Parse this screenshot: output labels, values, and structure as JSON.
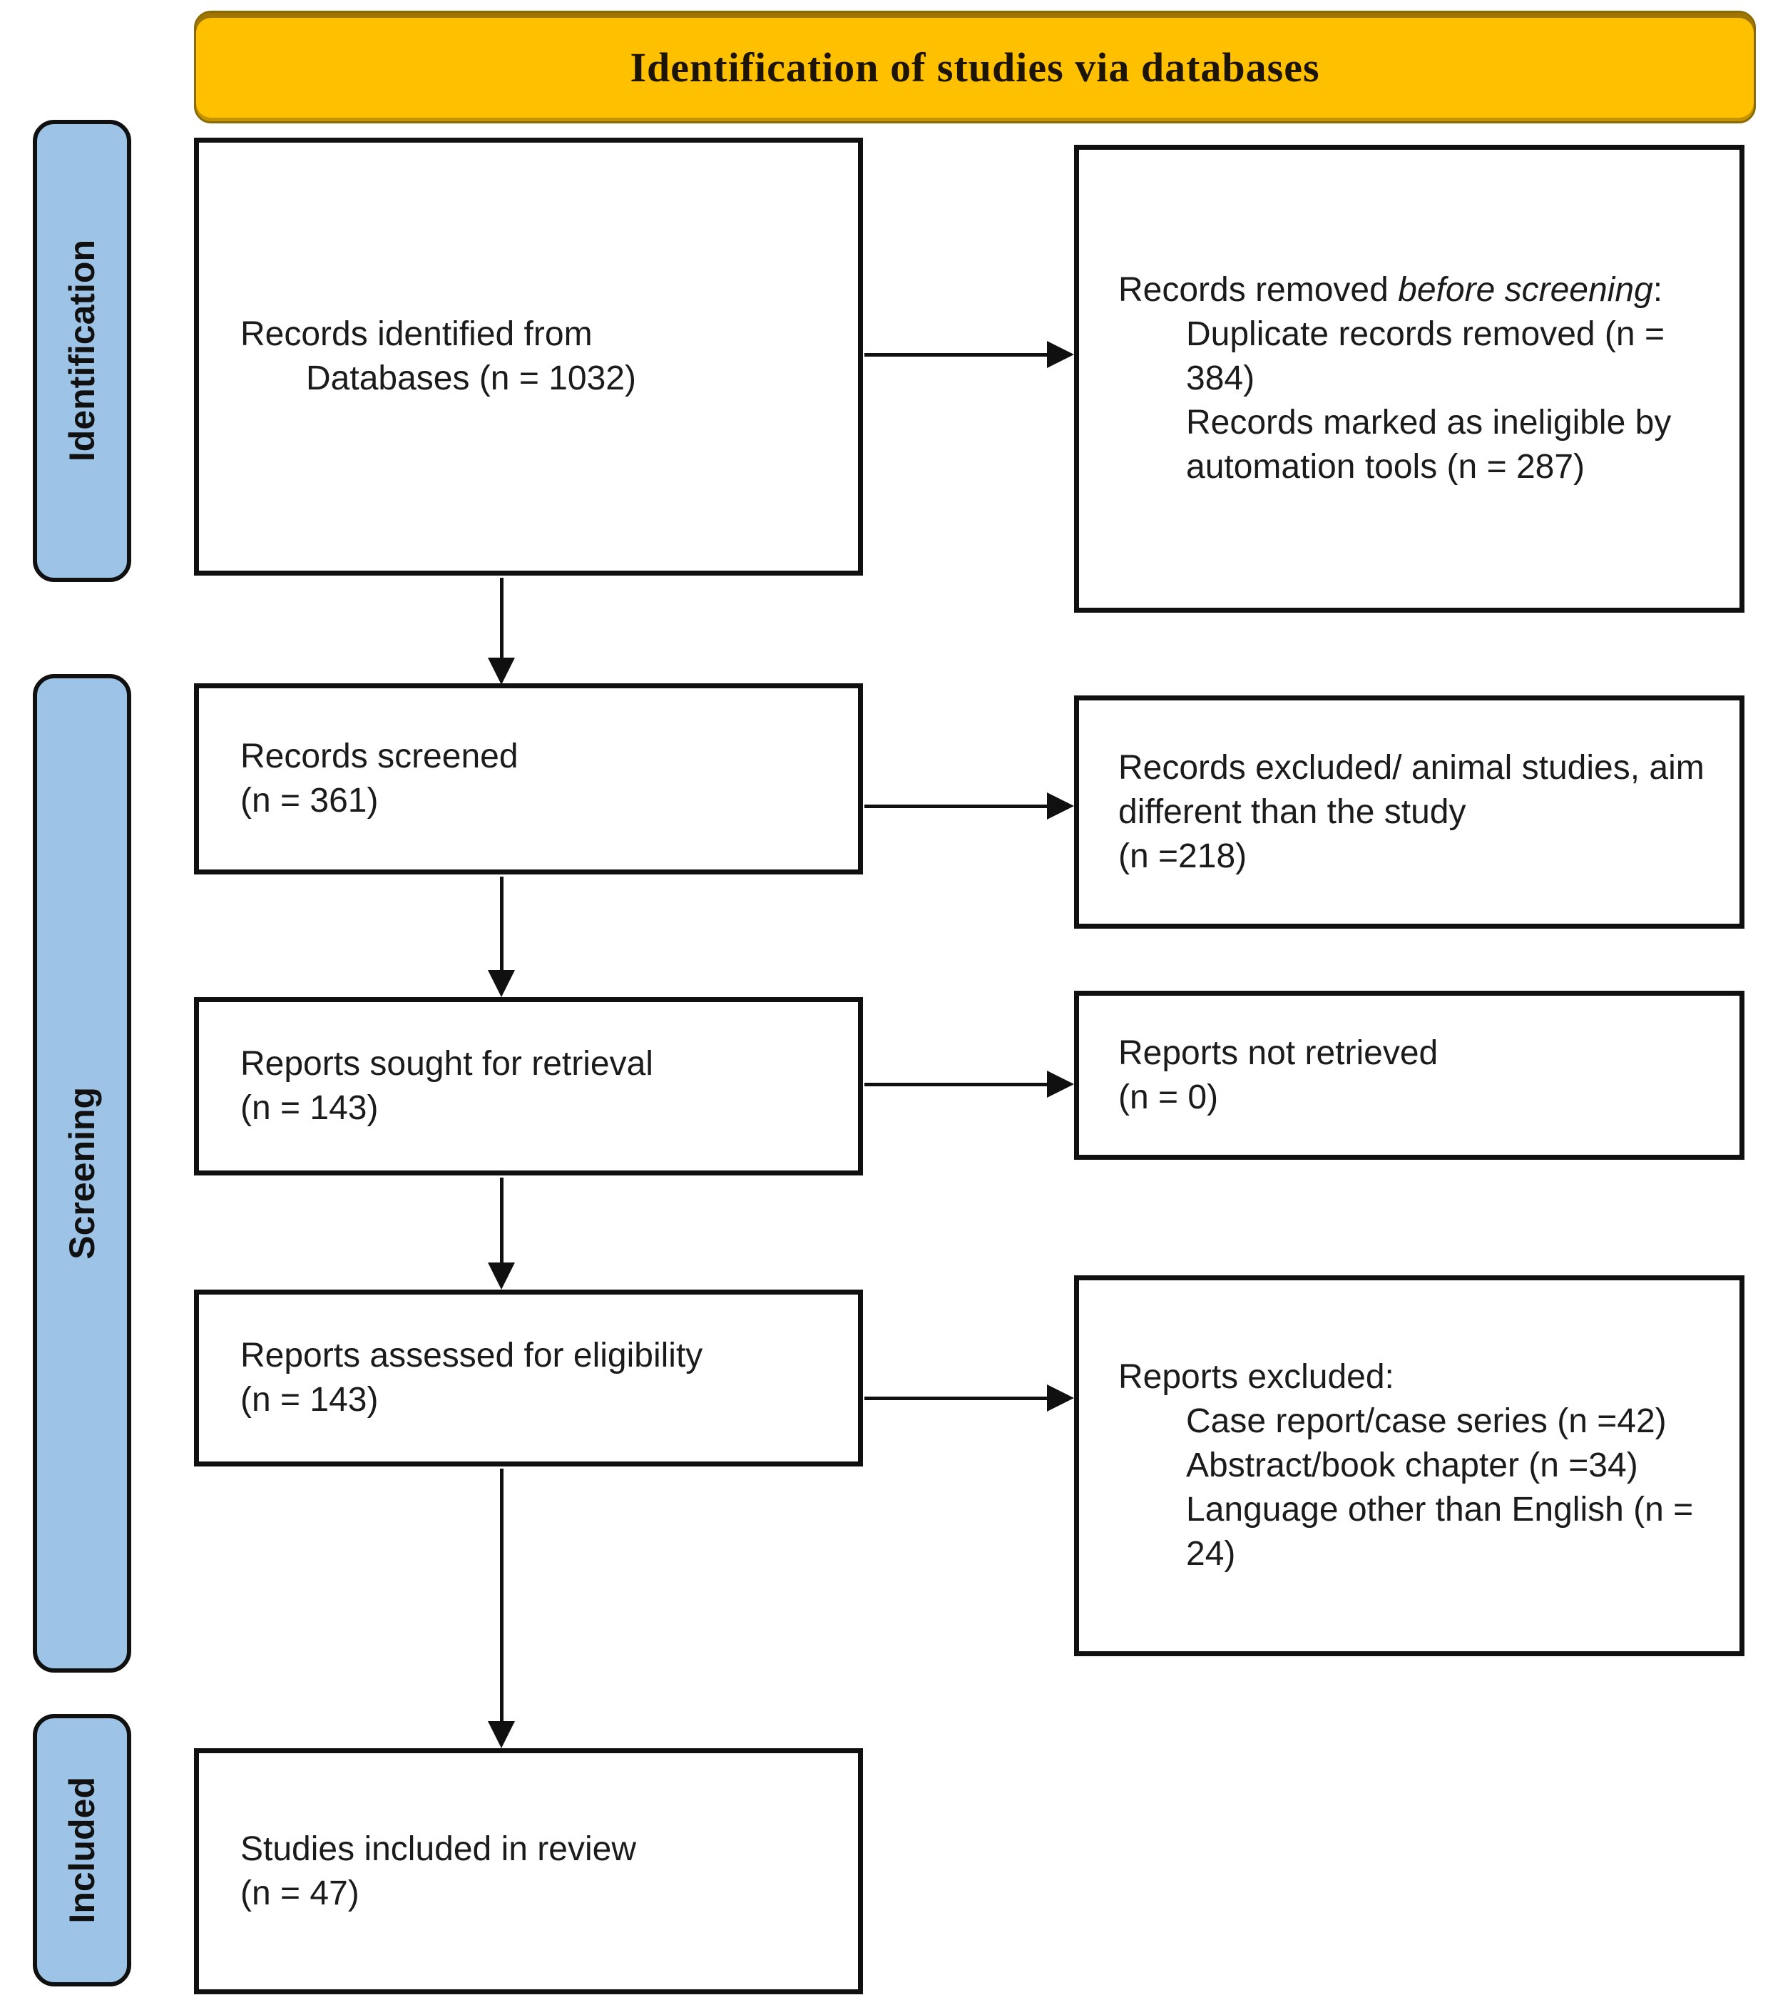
{
  "banner": {
    "label": "Identification of studies via databases"
  },
  "colors": {
    "banner_gold": "#FFC000",
    "stage_blue": "#9DC3E6",
    "line_black": "#101010"
  },
  "sidebar": {
    "stages": [
      {
        "label": "Identification"
      },
      {
        "label": "Screening"
      },
      {
        "label": "Included"
      }
    ]
  },
  "boxes": {
    "identified": {
      "line1": "Records identified from",
      "line2": "Databases (n = 1032)"
    },
    "removed": {
      "intro_prefix": "Records removed ",
      "intro_italic": "before screening",
      "intro_suffix": ":",
      "items": [
        "Duplicate records removed (n = 384)",
        "Records marked as ineligible by automation tools (n = 287)"
      ]
    },
    "screened": {
      "line1": "Records screened",
      "line2": "(n = 361)"
    },
    "excluded_screening": {
      "line1": "Records excluded/ animal studies, aim different than the study",
      "line2": "(n =218)"
    },
    "sought": {
      "line1": "Reports sought for retrieval",
      "line2": "(n = 143)"
    },
    "not_retrieved": {
      "line1": "Reports not retrieved",
      "line2": "(n = 0)"
    },
    "assessed": {
      "line1": "Reports assessed for eligibility",
      "line2": "(n = 143)"
    },
    "reports_excluded": {
      "intro": "Reports excluded:",
      "items": [
        "Case report/case series (n =42)",
        "Abstract/book chapter (n =34)",
        "Language other than English (n = 24)"
      ]
    },
    "included": {
      "line1": "Studies included in review",
      "line2": "(n = 47)"
    }
  }
}
